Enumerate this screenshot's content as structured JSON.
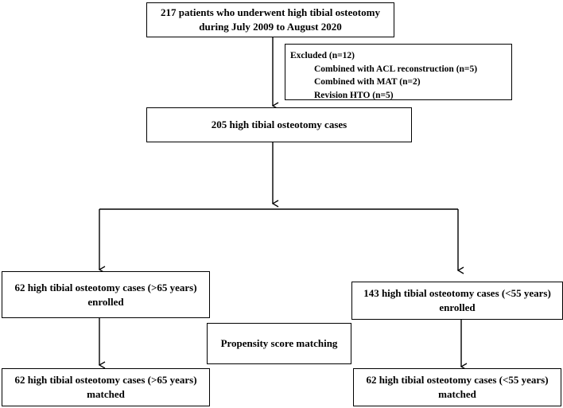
{
  "top": {
    "line1": "217 patients who underwent high tibial osteotomy",
    "line2": "during July 2009 to August 2020"
  },
  "excluded": {
    "title": "Excluded (n=12)",
    "items": [
      "Combined with ACL reconstruction (n=5)",
      "Combined with MAT (n=2)",
      "Revision HTO (n=5)"
    ]
  },
  "middle": {
    "line1": "205 high tibial osteotomy cases"
  },
  "left_enrolled": {
    "line1": "62 high tibial osteotomy cases (>65 years)",
    "line2": "enrolled"
  },
  "right_enrolled": {
    "line1": "143 high tibial osteotomy cases (<55 years)",
    "line2": "enrolled"
  },
  "psm": {
    "label": "Propensity score matching"
  },
  "left_matched": {
    "line1": "62 high tibial osteotomy cases (>65 years)",
    "line2": "matched"
  },
  "right_matched": {
    "line1": "62 high tibial osteotomy cases (<55 years)",
    "line2": "matched"
  }
}
